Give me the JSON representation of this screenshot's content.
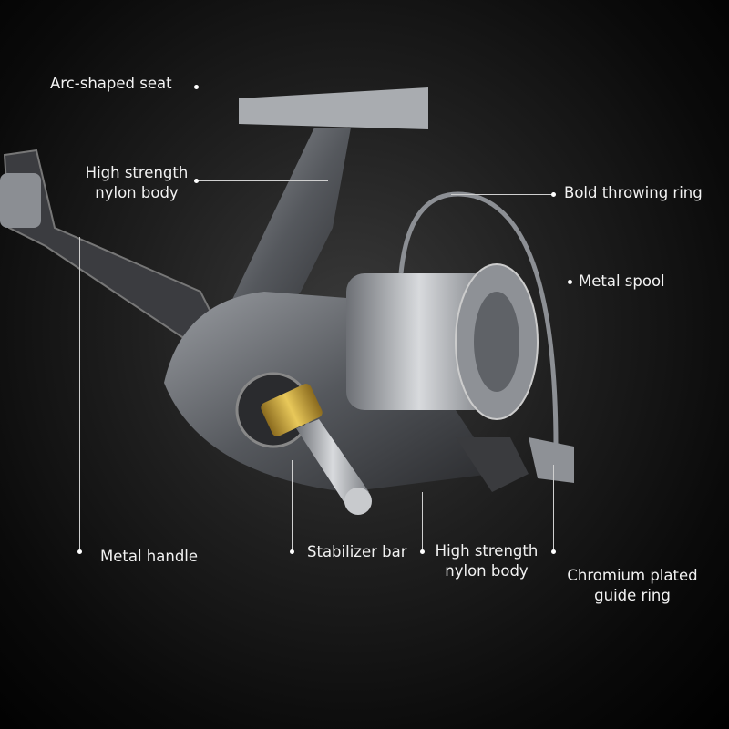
{
  "labels": {
    "arc_seat": "Arc-shaped seat",
    "body_top_1": "High strength",
    "body_top_2": "nylon body",
    "throwing_ring": "Bold throwing ring",
    "metal_spool": "Metal spool",
    "metal_handle": "Metal handle",
    "stabilizer_bar": "Stabilizer bar",
    "body_bottom_1": "High strength",
    "body_bottom_2": "nylon body",
    "guide_ring_1": "Chromium plated",
    "guide_ring_2": "guide ring"
  },
  "colors": {
    "background": "#000000",
    "reel_body": "#5a5c60",
    "handle_knob_ring": "#c9a640",
    "text": "#f2f2f2"
  }
}
